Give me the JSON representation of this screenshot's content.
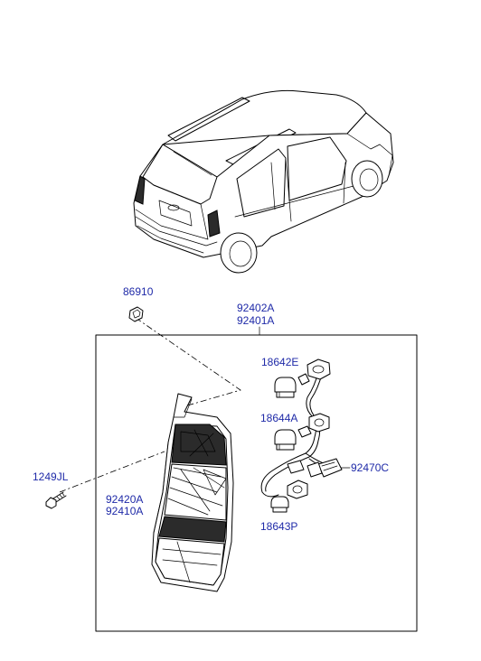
{
  "parts": {
    "screw_clip": "86910",
    "harness_assembly_line1": "92402A",
    "harness_assembly_line2": "92401A",
    "bulb_upper": "18642E",
    "bulb_middle": "18644A",
    "connector": "92470C",
    "bulb_lower": "18643P",
    "bolt": "1249JL",
    "lamp_line1": "92420A",
    "lamp_line2": "92410A"
  }
}
